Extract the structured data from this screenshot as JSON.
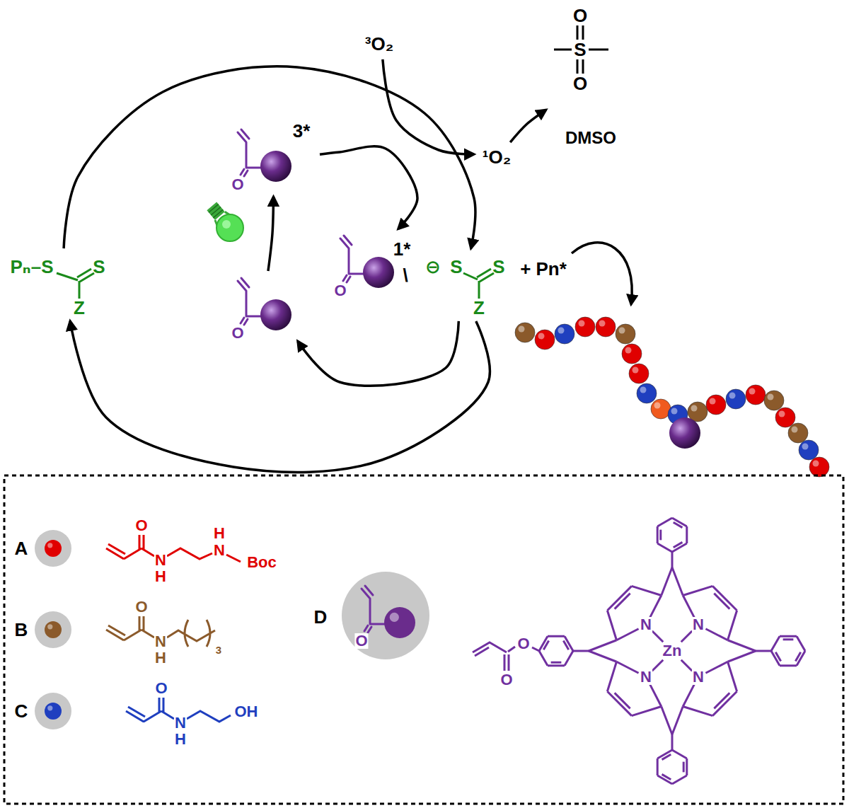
{
  "diagram": {
    "nodes": [
      {
        "text": [
          "Pₙ–S",
          "S",
          "Z"
        ]
      },
      {
        "text": [
          "O",
          "3*"
        ]
      },
      {
        "text": [
          "O"
        ]
      },
      {
        "text": [
          "O",
          "1*",
          "\\"
        ]
      },
      {
        "text": [
          "⊖",
          "S",
          "S",
          "Z"
        ]
      },
      {
        "text": [
          "³O₂"
        ]
      },
      {
        "text": [
          "¹O₂"
        ]
      },
      {
        "text": [
          "O",
          "S",
          "O",
          "DMSO"
        ]
      }
    ],
    "edges": [
      {
        "from": 0,
        "to": 4,
        "arrow": "to"
      },
      {
        "from": 4,
        "to": 0,
        "arrow": "to"
      },
      {
        "from": 4,
        "to": 2,
        "arrow": "to"
      },
      {
        "from": 2,
        "to": 1,
        "arrow": "to"
      },
      {
        "from": 1,
        "to": 3,
        "arrow": "to"
      },
      {
        "from": 5,
        "to": 6,
        "arrow": "to"
      },
      {
        "from": 6,
        "to": 7,
        "arrow": "to"
      }
    ],
    "labels": [
      "+ Pn*",
      "O",
      "N",
      "H",
      "H",
      "N",
      "Boc",
      "O",
      "N",
      "H",
      "3",
      "O",
      "N",
      "H",
      "OH",
      "O",
      "O",
      "N",
      "N",
      "N",
      "N",
      "Zn",
      "O"
    ],
    "legend": [
      {
        "text": "A",
        "color": "#e00000"
      },
      {
        "text": "B",
        "color": "#8b5a2b"
      },
      {
        "text": "C",
        "color": "#1f3fbf"
      },
      {
        "text": "D",
        "color": "#6a2c8c"
      }
    ]
  }
}
